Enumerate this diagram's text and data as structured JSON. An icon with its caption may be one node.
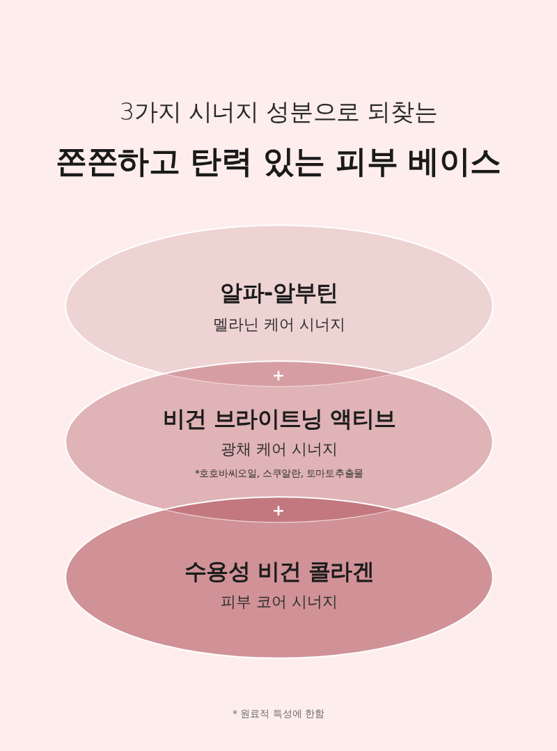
{
  "diagram": {
    "title": "쫀쫀하고 탄력 있는 피부 베이스",
    "nodes": [
      {
        "text": [
          "알파-알부틴",
          "멜라닌 케어 시너지"
        ]
      },
      {
        "text": [
          "비건 브라이트닝 액티브",
          "광채 케어 시너지",
          "*호호바씨오일, 스쿠알란, 토마토추출물"
        ]
      },
      {
        "text": [
          "수용성 비건 콜라겐",
          "피부 코어 시너지"
        ]
      }
    ],
    "labels": [
      "3가지 시너지 성분으로 되찾는",
      "+",
      "+",
      "* 원료적 특성에 한함"
    ]
  }
}
